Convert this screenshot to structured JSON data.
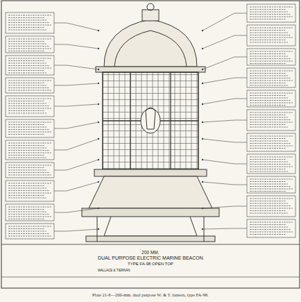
{
  "diagram": {
    "caption": "Plate 21-8—200-mm. dual purpose W. & T. lantern, type FA-98.",
    "nodes": [
      {
        "text": [
          "200 MM.",
          "DUAL PURPOSE ELECTRIC MARINE BEACON",
          "TYPE FA-98 OPEN TOP",
          "WALLACE & TIERNAN"
        ]
      }
    ]
  }
}
